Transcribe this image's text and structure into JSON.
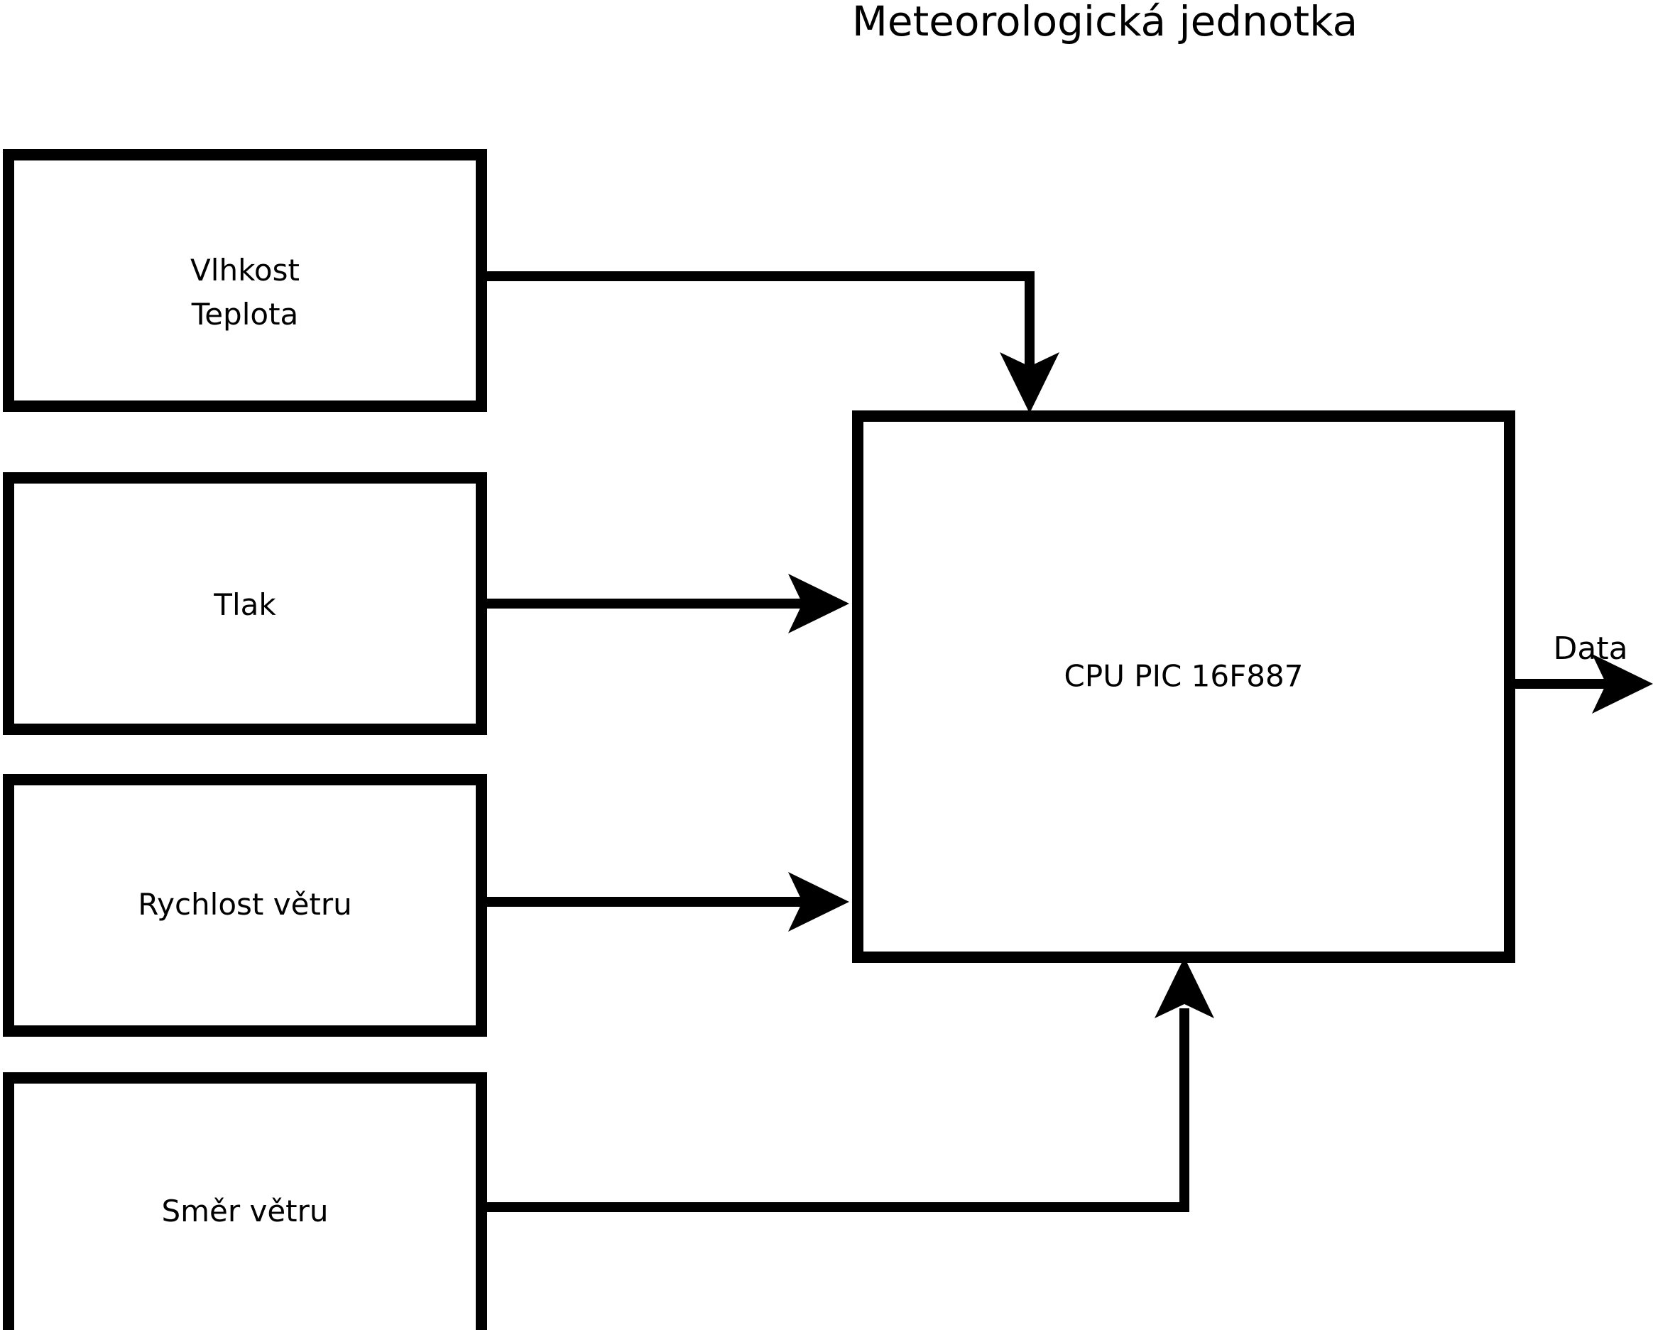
{
  "title": "Meteorologická jednotka",
  "colors": {
    "background": "#ffffff",
    "stroke": "#000000",
    "fill": "#ffffff",
    "text": "#000000"
  },
  "blocks": {
    "humidity_temperature": {
      "label_line1": "Vlhkost",
      "label_line2": "Teplota"
    },
    "pressure": {
      "label": "Tlak"
    },
    "wind_speed": {
      "label": "Rychlost větru"
    },
    "wind_direction": {
      "label": "Směr větru"
    },
    "cpu": {
      "label": "CPU PIC 16F887"
    }
  },
  "edges": {
    "humidity_to_cpu": {
      "label": ""
    },
    "pressure_to_cpu": {
      "label": ""
    },
    "wind_speed_to_cpu": {
      "label": ""
    },
    "wind_direction_to_cpu": {
      "label": ""
    },
    "cpu_output": {
      "label": "Data"
    }
  }
}
